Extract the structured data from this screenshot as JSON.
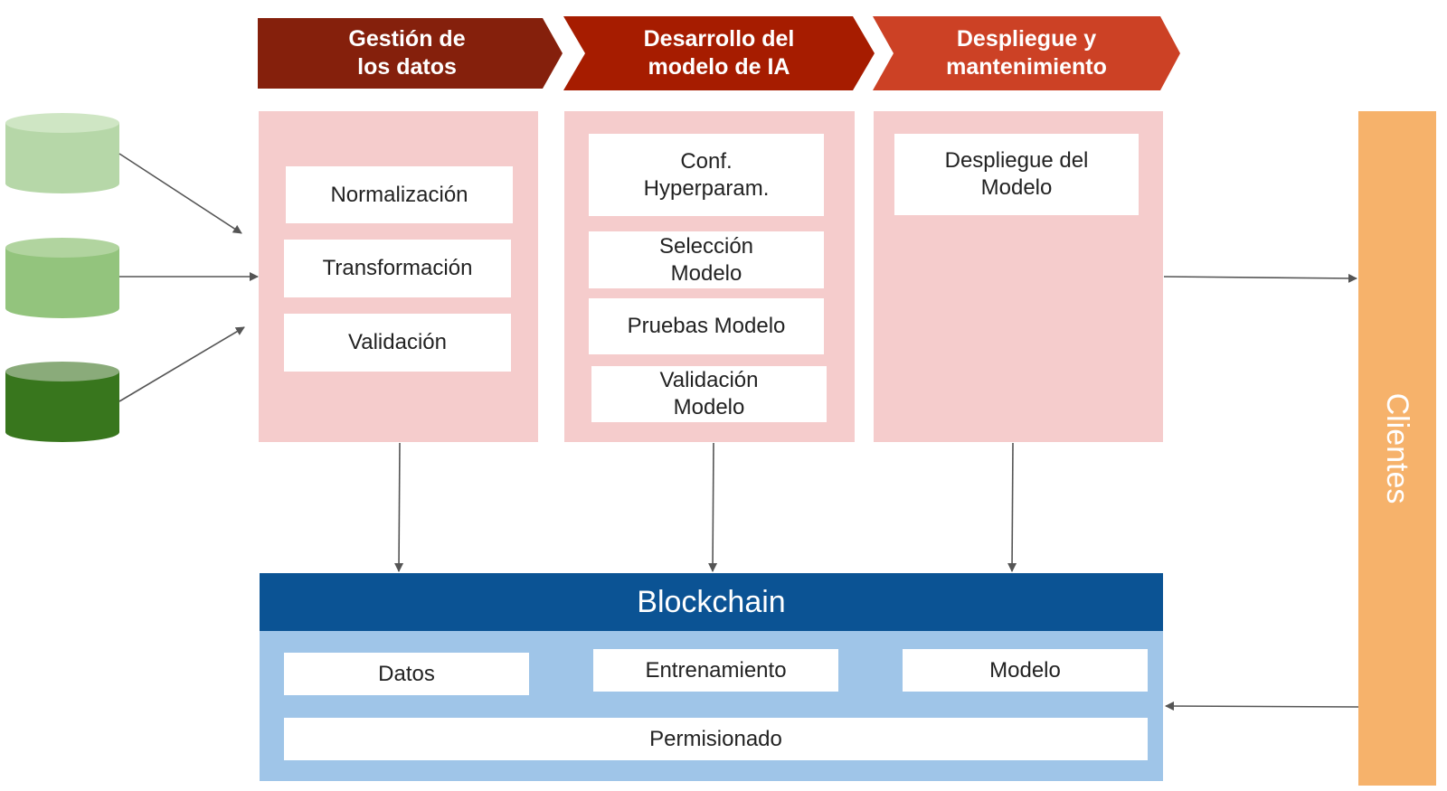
{
  "stages": [
    {
      "label": "Gestión de\nlos datos",
      "color": "#85200c"
    },
    {
      "label": "Desarrollo del\nmodelo de IA",
      "color": "#a61c00"
    },
    {
      "label": "Despliegue y\nmantenimiento",
      "color": "#cc4125"
    }
  ],
  "data_management_steps": [
    "Normalización",
    "Transformación",
    "Validación"
  ],
  "model_development_steps": [
    "Conf.\nHyperparam.",
    "Selección\nModelo",
    "Pruebas Modelo",
    "Validación\nModelo"
  ],
  "deployment_steps": [
    "Despliegue del\nModelo"
  ],
  "blockchain": {
    "title": "Blockchain",
    "items": [
      "Datos",
      "Entrenamiento",
      "Modelo"
    ],
    "footer": "Permisionado"
  },
  "clients": {
    "label": "Clientes"
  },
  "colors": {
    "panel": "#f5cccc",
    "blockchain_header": "#0b5394",
    "blockchain_body": "#9fc5e8",
    "clients": "#f6b26b",
    "db_light": "#b6d7a8",
    "db_medium": "#93c47d",
    "db_dark": "#38761d"
  }
}
